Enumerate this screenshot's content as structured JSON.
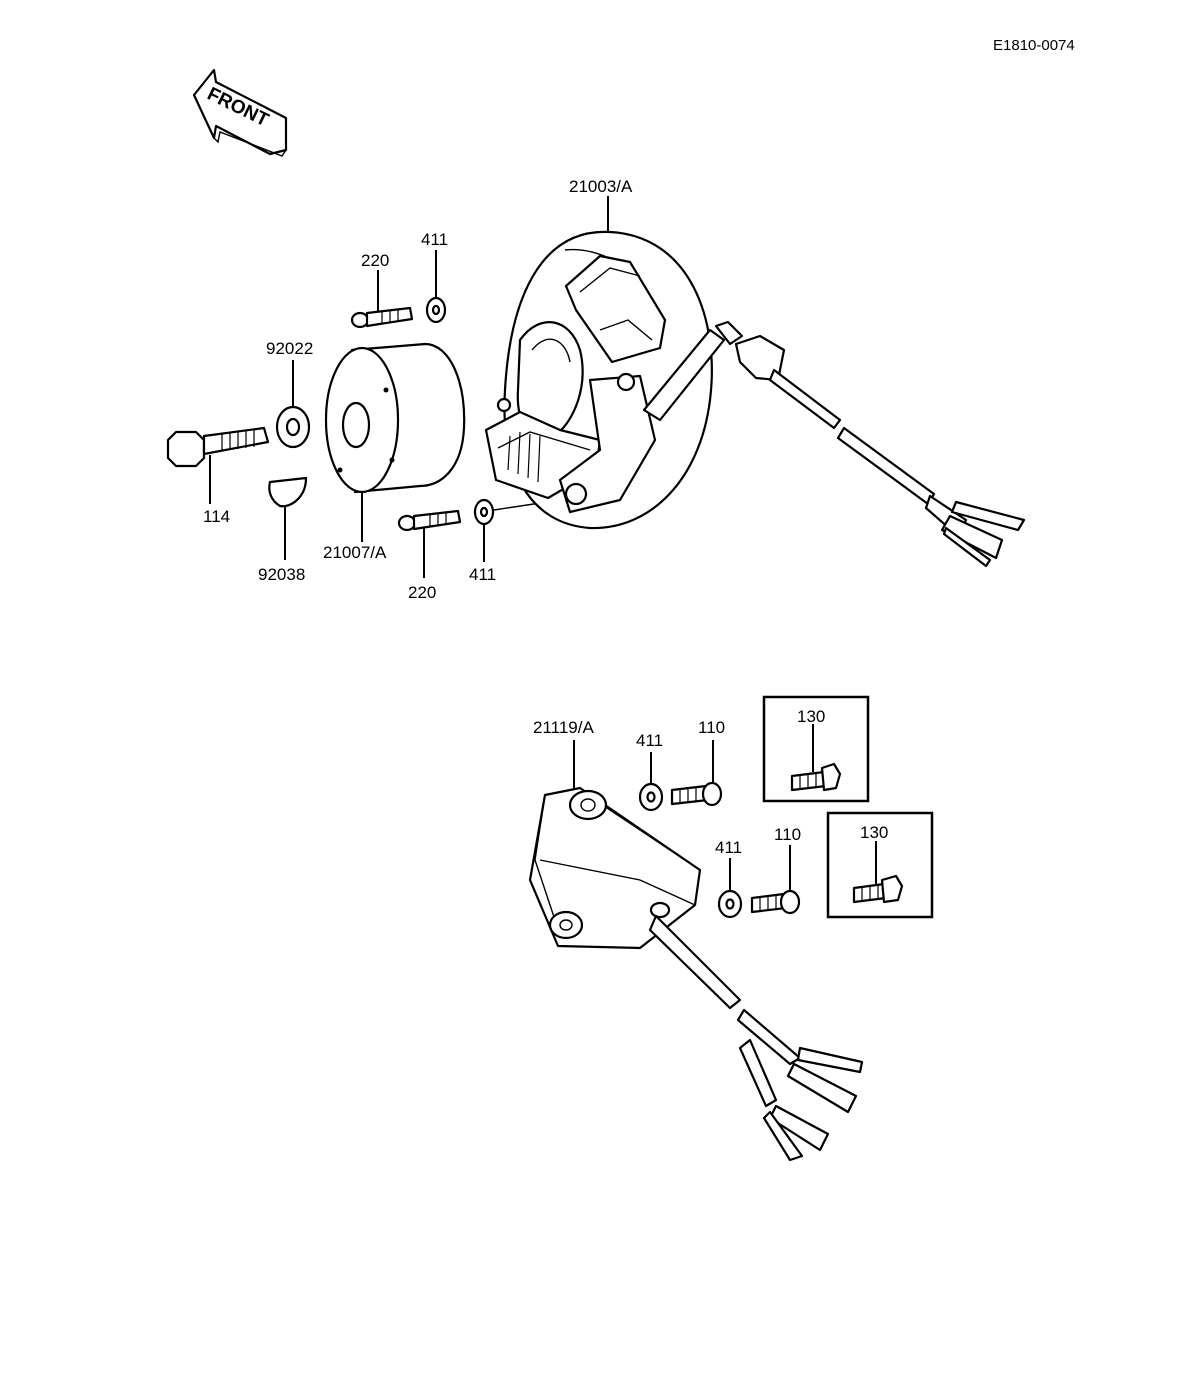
{
  "reference_code": "E1810-0074",
  "front_marker": "FRONT",
  "parts": {
    "stator_assembly": "21003/A",
    "flywheel": "21007/A",
    "bolt": "114",
    "washer": "92022",
    "woodruff_key": "92038",
    "screw_upper": "220",
    "washer_upper": "411",
    "screw_lower": "220",
    "washer_lower": "411",
    "cdi_unit": "21119/A",
    "washer_cdi_1": "411",
    "bolt_cdi_1": "110",
    "alt_bolt_1": "130",
    "washer_cdi_2": "411",
    "bolt_cdi_2": "110",
    "alt_bolt_2": "130"
  }
}
